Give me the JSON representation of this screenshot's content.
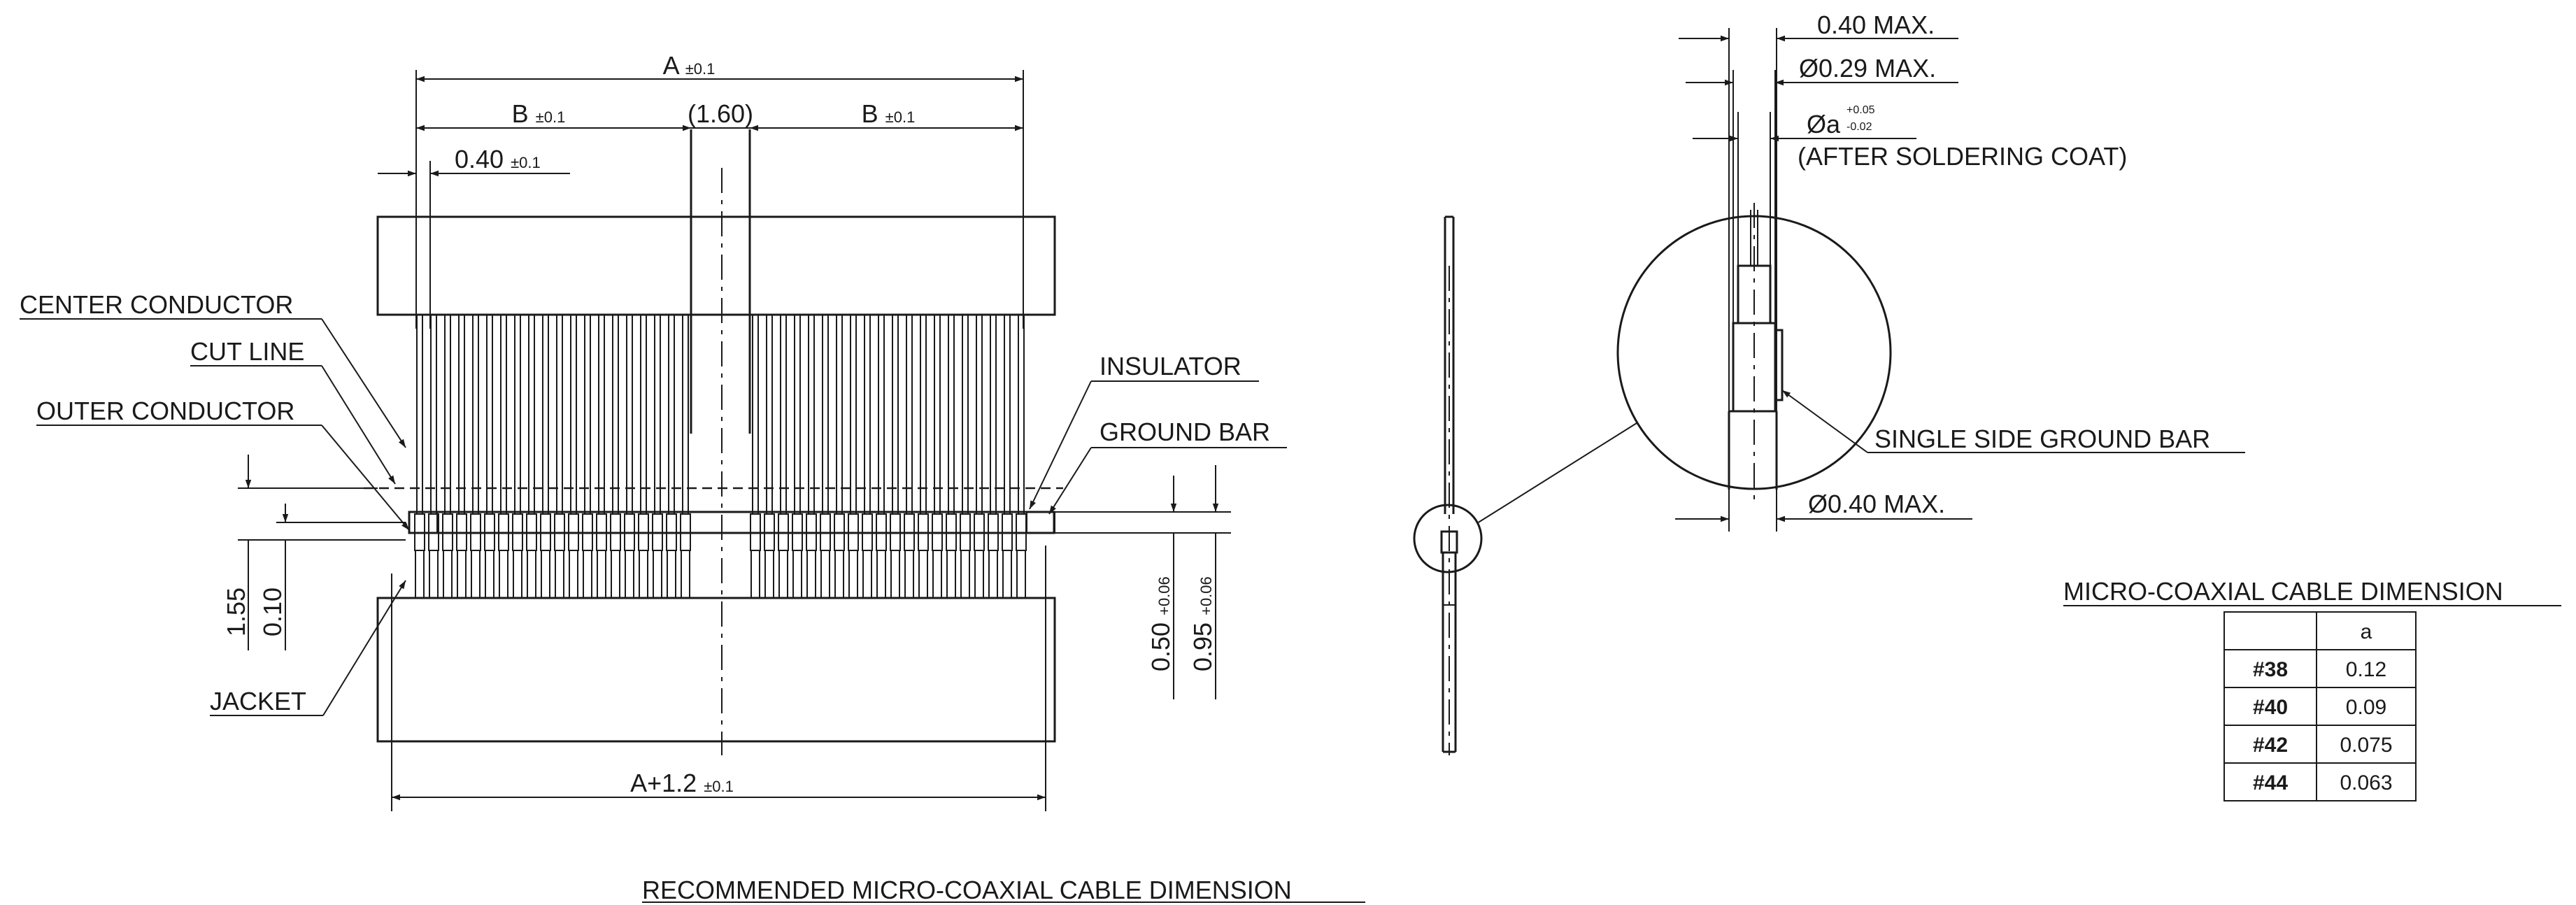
{
  "dimensions": {
    "a_base": "A",
    "a_tol": "±0.1",
    "b_base": "B",
    "b_tol": "±0.1",
    "pitch_center": "1.60",
    "offset_base": "0.40",
    "offset_tol": "±0.1",
    "bottom_base": "A+1.2",
    "bottom_tol": "±0.1",
    "dim_155": "1.55",
    "dim_010": "0.10",
    "dim_050": "0.50",
    "dim_050_tol": "+0.06",
    "dim_095": "0.95",
    "dim_095_tol": "+0.06"
  },
  "labels": {
    "center_conductor": "CENTER CONDUCTOR",
    "cut_line": "CUT LINE",
    "outer_conductor": "OUTER CONDUCTOR",
    "jacket": "JACKET",
    "insulator": "INSULATOR",
    "ground_bar": "GROUND BAR",
    "single_side_ground_bar": "SINGLE SIDE GROUND BAR"
  },
  "detail": {
    "max_040_top": "0.40 MAX.",
    "max_029": "Ø0.29 MAX.",
    "phi_a": "Øa",
    "phi_a_plus": "+0.05",
    "phi_a_minus": "-0.02",
    "after_coat": "(AFTER SOLDERING COAT)",
    "max_040_bottom": "Ø0.40 MAX."
  },
  "table": {
    "title": "MICRO-COAXIAL CABLE DIMENSION",
    "header": [
      "",
      "a"
    ],
    "rows": [
      [
        "#38",
        "0.12"
      ],
      [
        "#40",
        "0.09"
      ],
      [
        "#42",
        "0.075"
      ],
      [
        "#44",
        "0.063"
      ]
    ]
  },
  "caption": "RECOMMENDED MICRO-COAXIAL CABLE DIMENSION"
}
